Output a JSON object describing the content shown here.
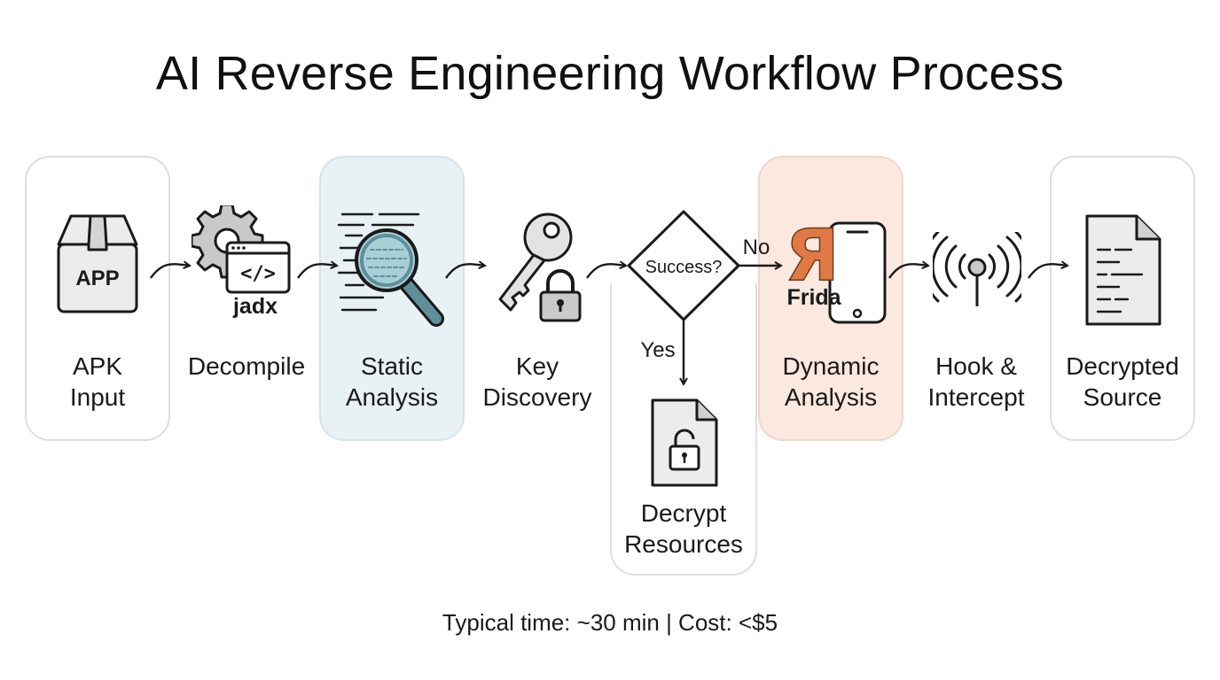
{
  "title": "AI Reverse Engineering Workflow Process",
  "steps": [
    {
      "line1": "APK",
      "line2": "Input"
    },
    {
      "line1": "Decompile",
      "line2": ""
    },
    {
      "line1": "Static",
      "line2": "Analysis"
    },
    {
      "line1": "Key",
      "line2": "Discovery"
    },
    {
      "line1": "Dynamic",
      "line2": "Analysis"
    },
    {
      "line1": "Hook &",
      "line2": "Intercept"
    },
    {
      "line1": "Decrypted",
      "line2": "Source"
    }
  ],
  "decision": {
    "question": "Success?",
    "no_label": "No",
    "yes_label": "Yes"
  },
  "branch": {
    "line1": "Decrypt",
    "line2": "Resources"
  },
  "icons": {
    "app_box_text": "APP",
    "jadx_text": "jadx",
    "code_symbol": "</>",
    "frida_text": "Frida",
    "frida_logo_glyph": "Я"
  },
  "footer": "Typical time: ~30 min | Cost: <$5",
  "colors": {
    "static_bg": "#e8f1f3",
    "dynamic_bg": "#fbe8de",
    "frida_orange": "#e07a45",
    "magnifier_lens": "#a9cfd6"
  }
}
